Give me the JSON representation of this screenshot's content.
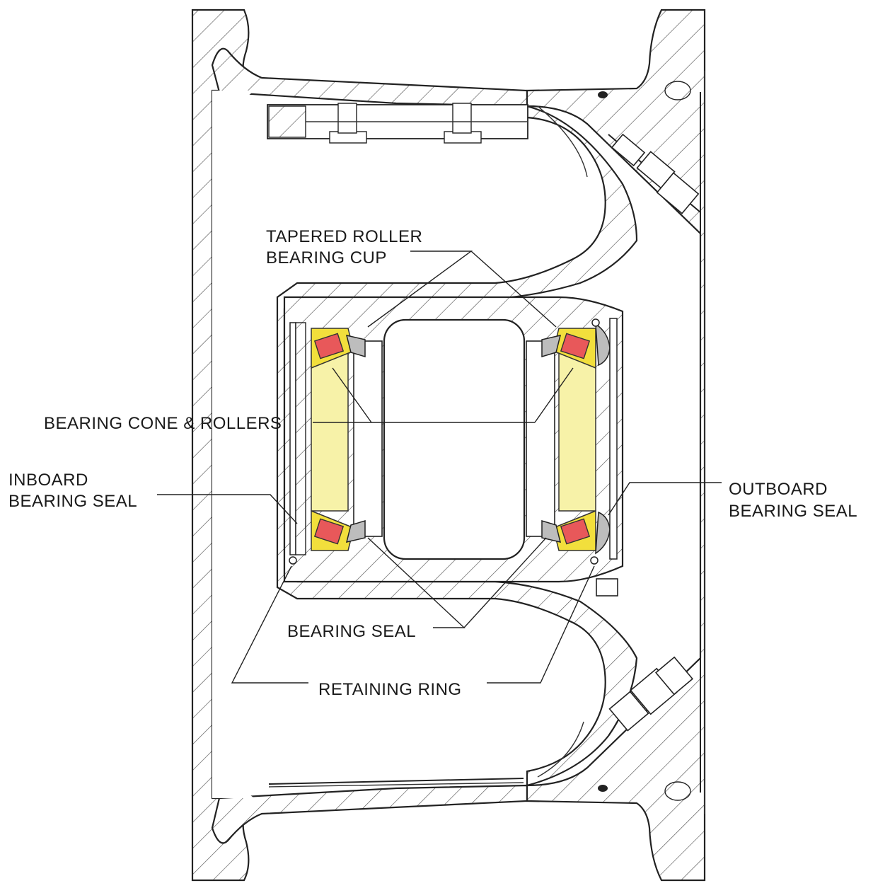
{
  "diagram": {
    "type": "wheel hub cross-section",
    "colors": {
      "bearing_cone": "#f7f2a8",
      "bearing_cup": "#f2df3c",
      "rollers": "#e8585a",
      "line": "#222222",
      "background": "#ffffff"
    },
    "labels": {
      "cup_line1": "TAPERED ROLLER",
      "cup_line2": "BEARING CUP",
      "cone": "BEARING CONE & ROLLERS",
      "inboard_line1": "INBOARD",
      "inboard_line2": "BEARING SEAL",
      "outboard_line1": "OUTBOARD",
      "outboard_line2": "BEARING SEAL",
      "bearing_seal": "BEARING SEAL",
      "retaining_ring": "RETAINING RING"
    }
  }
}
